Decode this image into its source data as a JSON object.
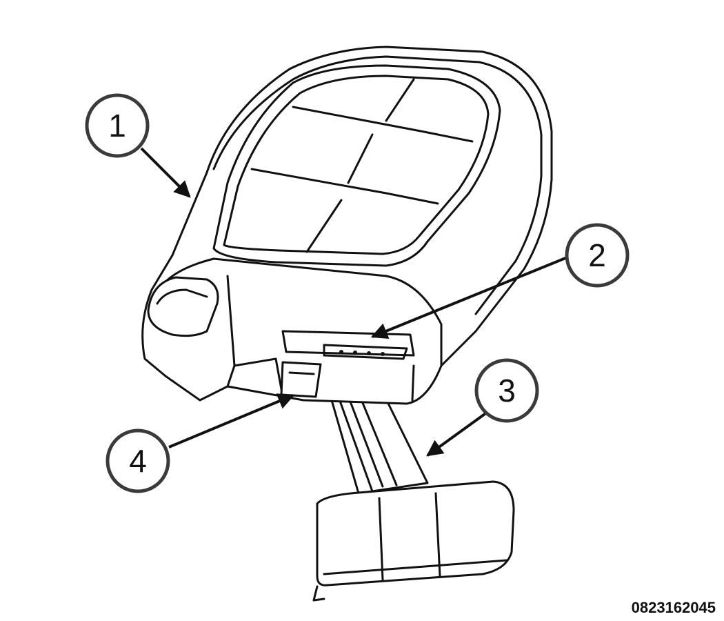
{
  "callouts": [
    {
      "number": "1",
      "target": "key-fob-body"
    },
    {
      "number": "2",
      "target": "battery-contacts"
    },
    {
      "number": "3",
      "target": "emergency-key"
    },
    {
      "number": "4",
      "target": "key-release-latch"
    }
  ],
  "figure_id": "0823162045",
  "colors": {
    "line": "#111111",
    "callout_ring": "#3a3a3a",
    "background": "#ffffff"
  }
}
